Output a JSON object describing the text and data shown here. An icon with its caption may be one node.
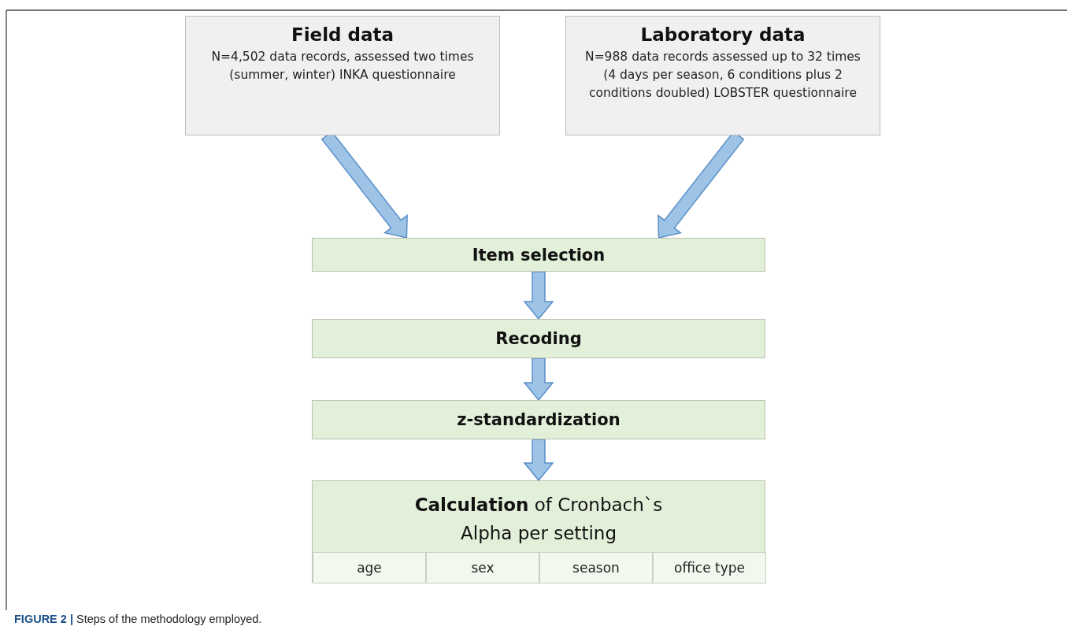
{
  "diagram": {
    "caption": "**FIGURE 2 |** Steps of the methodology employed.",
    "nodes": [
      {
        "text": [
          "Field data",
          "N=4,502 data records, assessed two times (summer, winter) INKA questionnaire"
        ]
      },
      {
        "text": [
          "Laboratory data",
          "N=988 data records assessed up to 32 times (4 days per season, 6 conditions plus 2 conditions doubled) LOBSTER questionnaire"
        ]
      },
      {
        "text": [
          "Item selection"
        ]
      },
      {
        "text": [
          "Recoding"
        ]
      },
      {
        "text": [
          "z-standardization"
        ]
      },
      {
        "text": [
          "**Calculation** of Cronbach`s Alpha per setting"
        ]
      },
      {
        "text": [
          "age"
        ],
        "in": 5
      },
      {
        "text": [
          "sex"
        ],
        "in": 5
      },
      {
        "text": [
          "season"
        ],
        "in": 5
      },
      {
        "text": [
          "office type"
        ],
        "in": 5
      }
    ],
    "edges": [
      {
        "from": 0,
        "to": 2,
        "arrow": "to"
      },
      {
        "from": 1,
        "to": 2,
        "arrow": "to"
      },
      {
        "from": 2,
        "to": 3,
        "arrow": "to"
      },
      {
        "from": 3,
        "to": 4,
        "arrow": "to"
      },
      {
        "from": 4,
        "to": 5,
        "arrow": "to"
      }
    ]
  }
}
